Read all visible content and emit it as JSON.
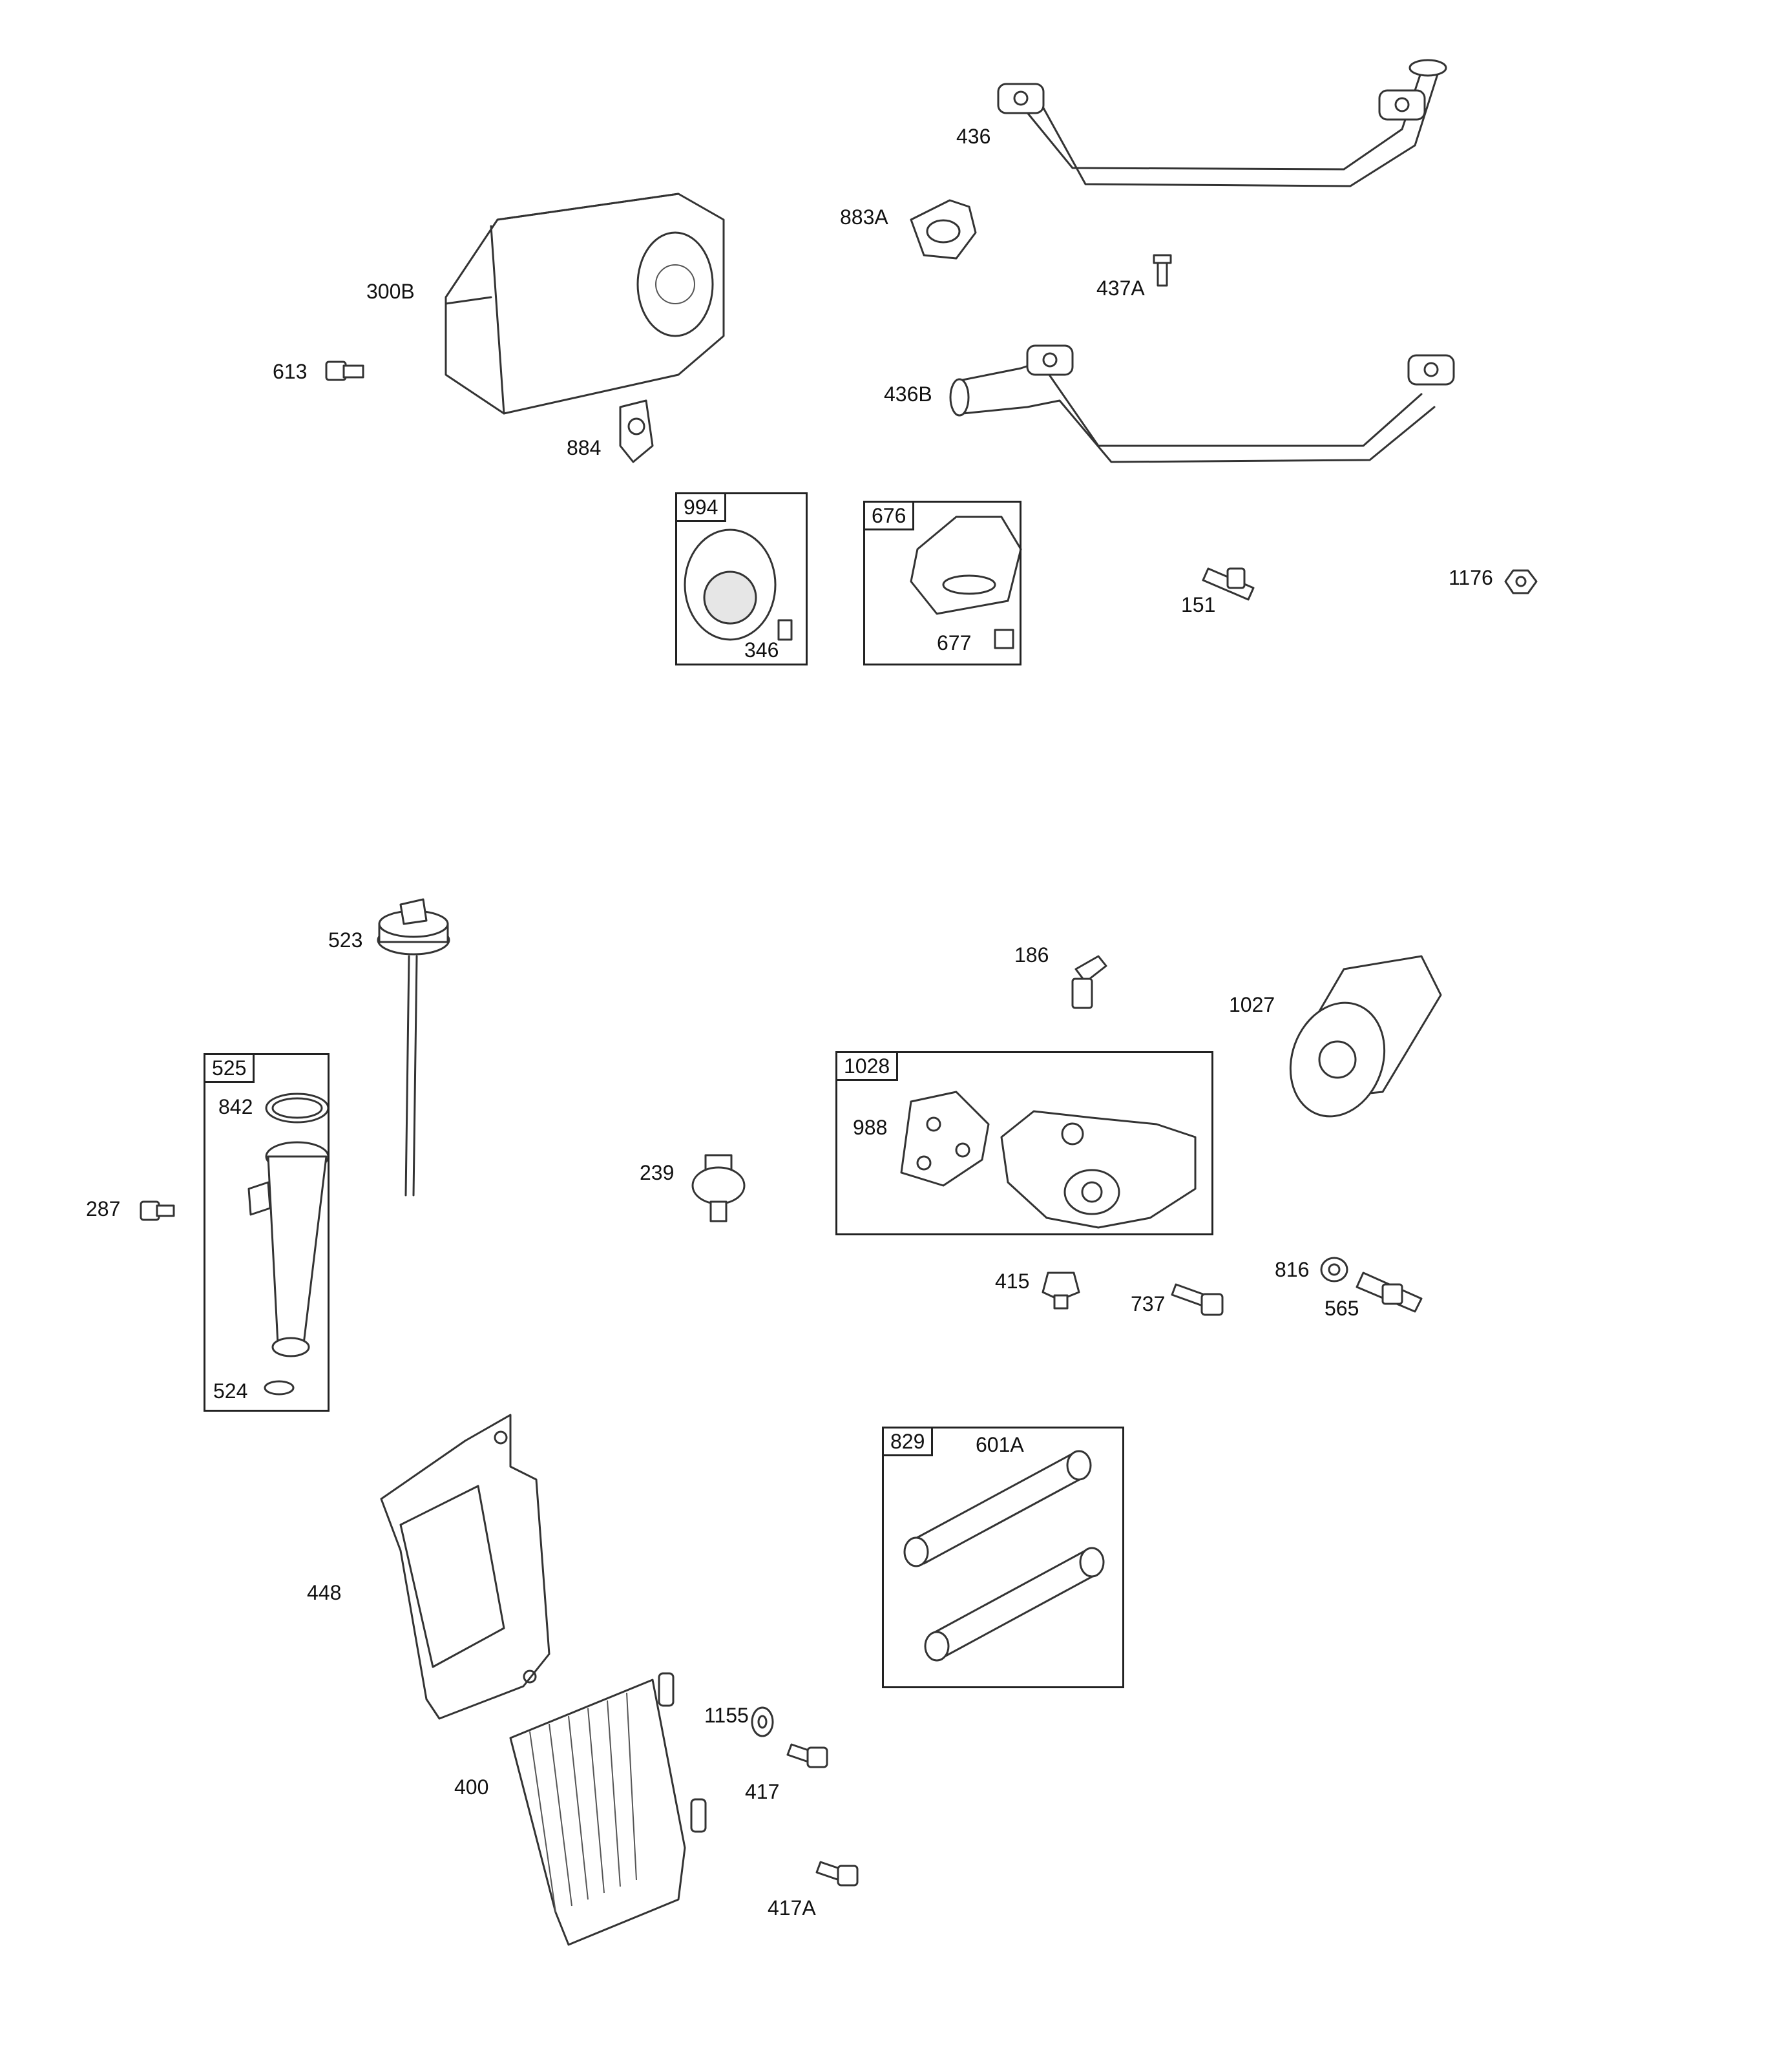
{
  "parts": {
    "p436": "436",
    "p883A": "883A",
    "p437A": "437A",
    "p300B": "300B",
    "p613": "613",
    "p884": "884",
    "p436B": "436B",
    "p346": "346",
    "p677": "677",
    "p151": "151",
    "p1176": "1176",
    "p523": "523",
    "p186": "186",
    "p1027": "1027",
    "p842": "842",
    "p287": "287",
    "p524": "524",
    "p239": "239",
    "p988": "988",
    "p415": "415",
    "p737": "737",
    "p816": "816",
    "p565": "565",
    "p601A": "601A",
    "p448": "448",
    "p1155": "1155",
    "p417": "417",
    "p400": "400",
    "p417A": "417A"
  },
  "kits": {
    "k994": "994",
    "k676": "676",
    "k525": "525",
    "k1028": "1028",
    "k829": "829"
  }
}
